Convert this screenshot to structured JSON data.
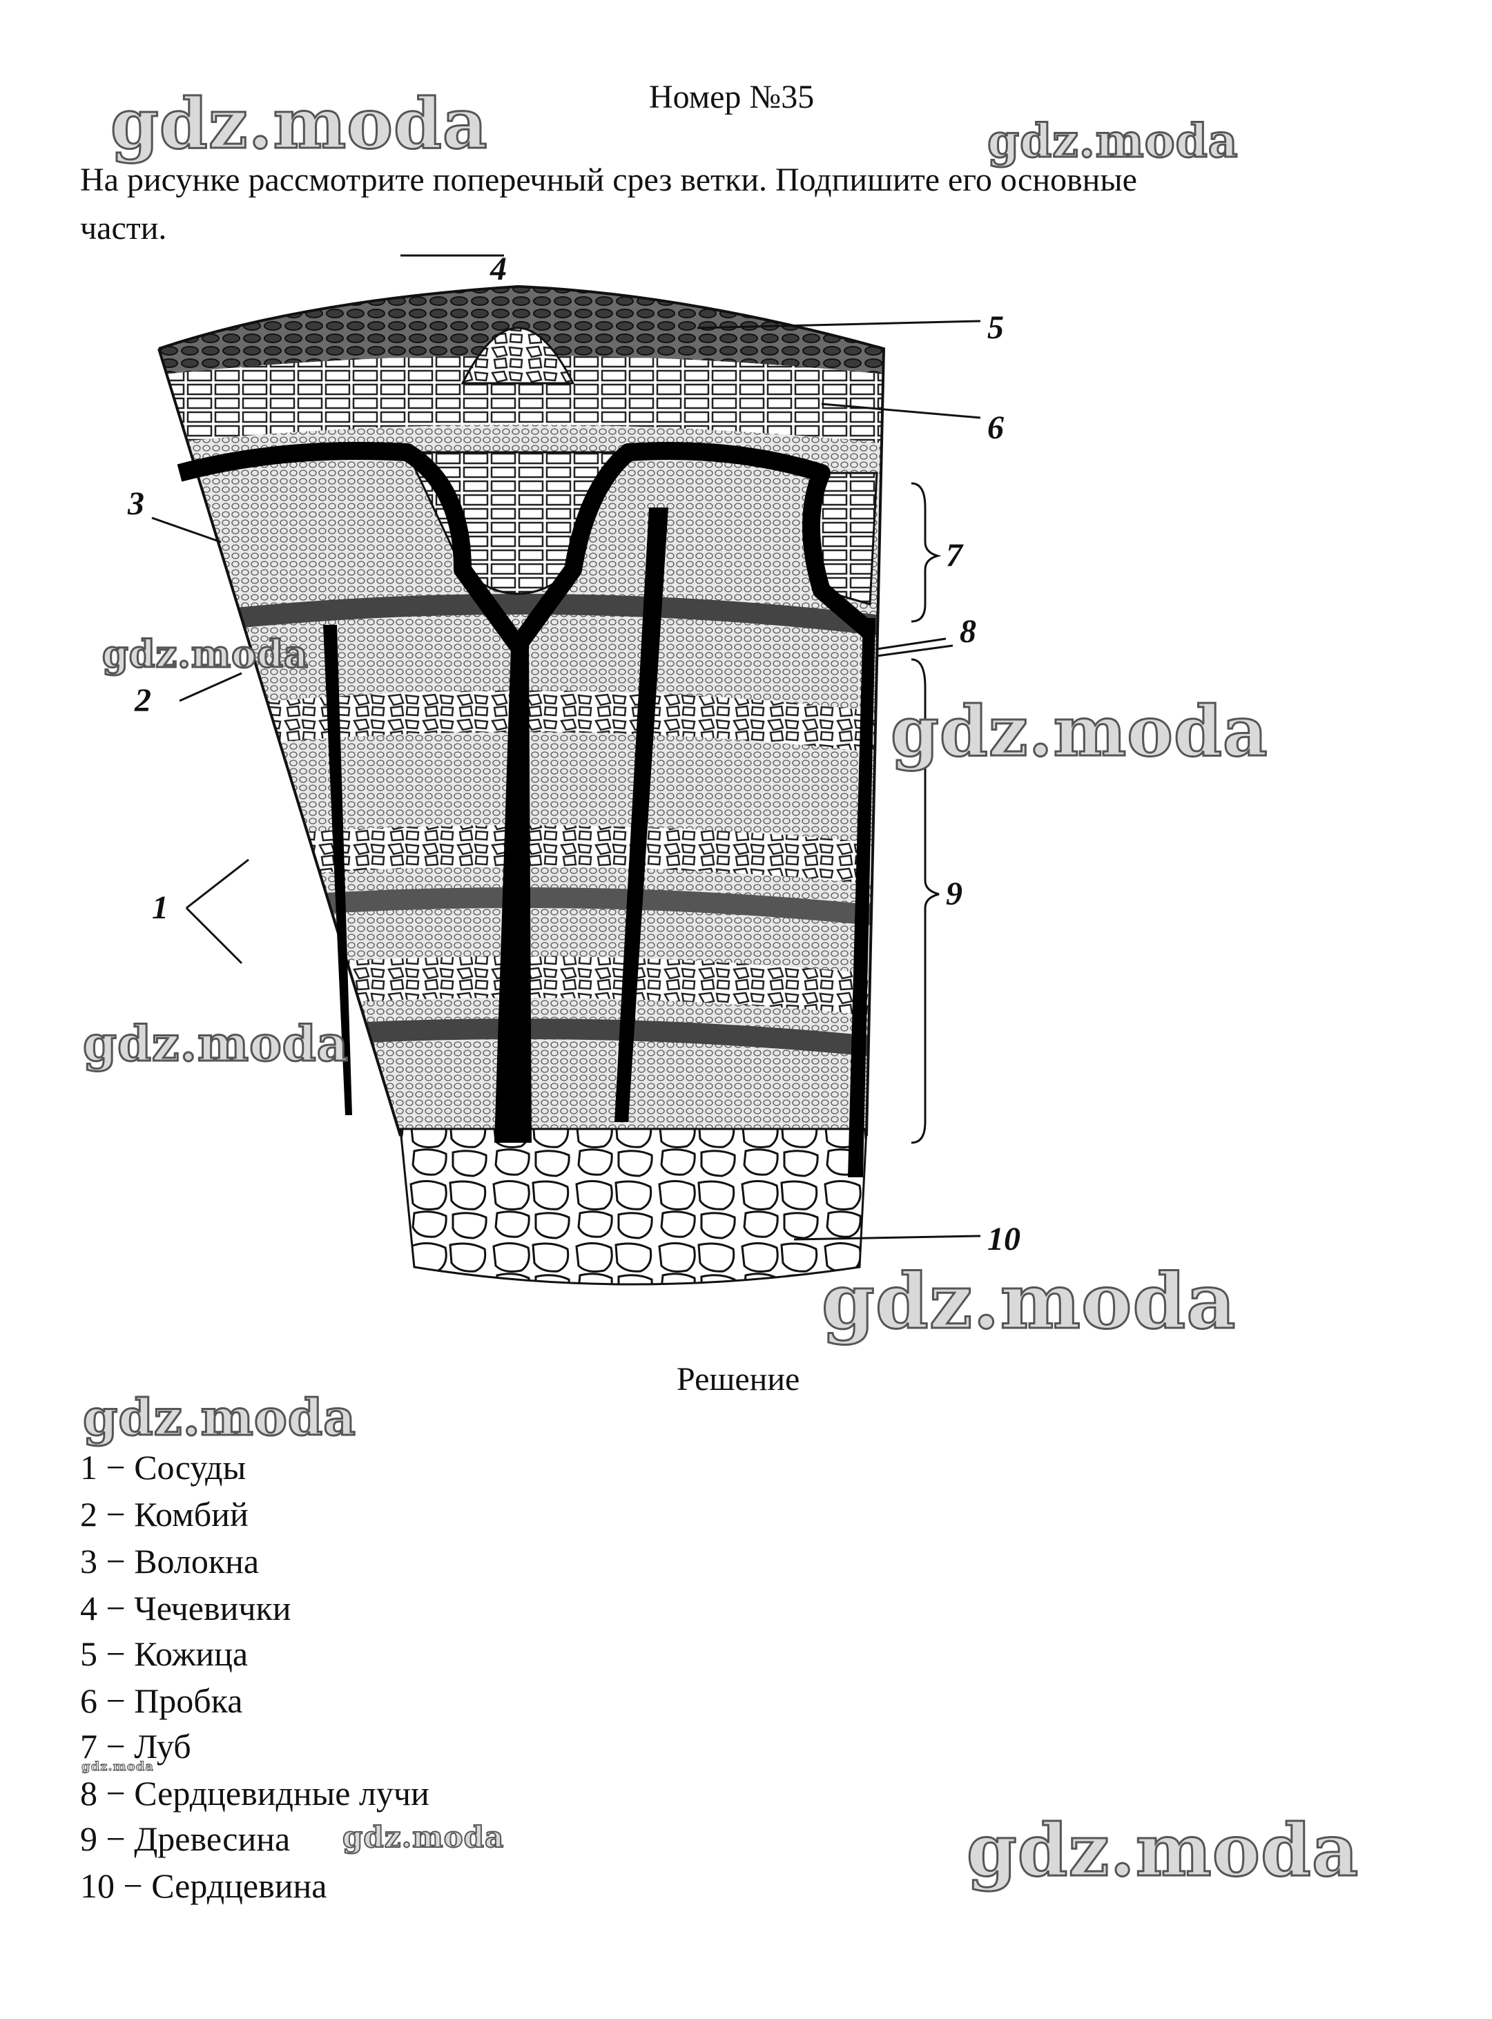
{
  "header": {
    "title": "Номер №35"
  },
  "task": {
    "line1": "На рисунке рассмотрите поперечный срез ветки. Подпишите его основные",
    "line2": "части."
  },
  "figure": {
    "labels": [
      "1",
      "2",
      "3",
      "4",
      "5",
      "6",
      "7",
      "8",
      "9",
      "10"
    ]
  },
  "solution": {
    "heading": "Решение",
    "items": [
      "1 − Сосуды",
      "2 − Комбий",
      "3 − Волокна",
      "4 − Чечевички",
      "5 − Кожица",
      "6 − Пробка",
      "7 − Луб",
      "8 − Сердцевидные лучи",
      "9 − Древесина",
      "10 − Сердцевина"
    ]
  },
  "watermarks": [
    "gdz.moda",
    "gdz.moda",
    "gdz.moda",
    "gdz.moda",
    "gdz.moda",
    "gdz.moda",
    "gdz.moda",
    "gdz.moda",
    "gdz.moda",
    "gdz.moda"
  ]
}
